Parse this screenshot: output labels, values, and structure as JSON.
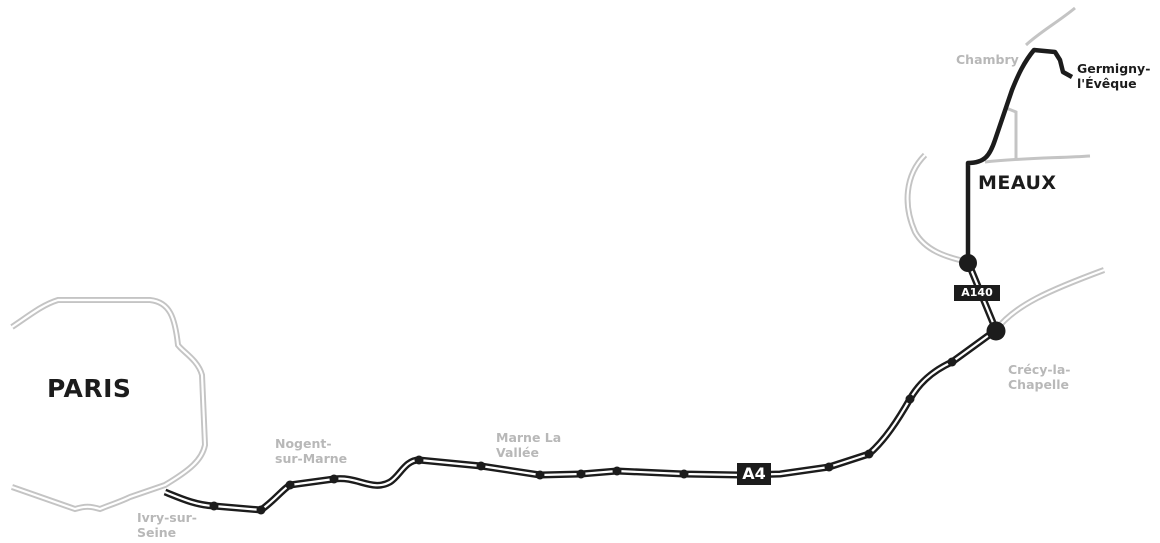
{
  "map": {
    "cities": {
      "paris": "PARIS",
      "meaux": "MEAUX"
    },
    "places": {
      "ivry": [
        "Ivry-sur-",
        "Seine"
      ],
      "nogent": [
        "Nogent-",
        "sur-Marne"
      ],
      "marne": [
        "Marne La",
        "Vallée"
      ],
      "crecy": [
        "Crécy-la-",
        "Chapelle"
      ],
      "chambry": "Chambry",
      "germigny": [
        "Germigny-",
        "l'Évêque"
      ]
    },
    "roads": {
      "a4": "A4",
      "a140": "A140"
    },
    "colors": {
      "route": "#1c1c1c",
      "secondary_road": "#c4c4c4",
      "label_grey": "#b8b8b8",
      "shield_bg": "#1c1c1c"
    }
  }
}
